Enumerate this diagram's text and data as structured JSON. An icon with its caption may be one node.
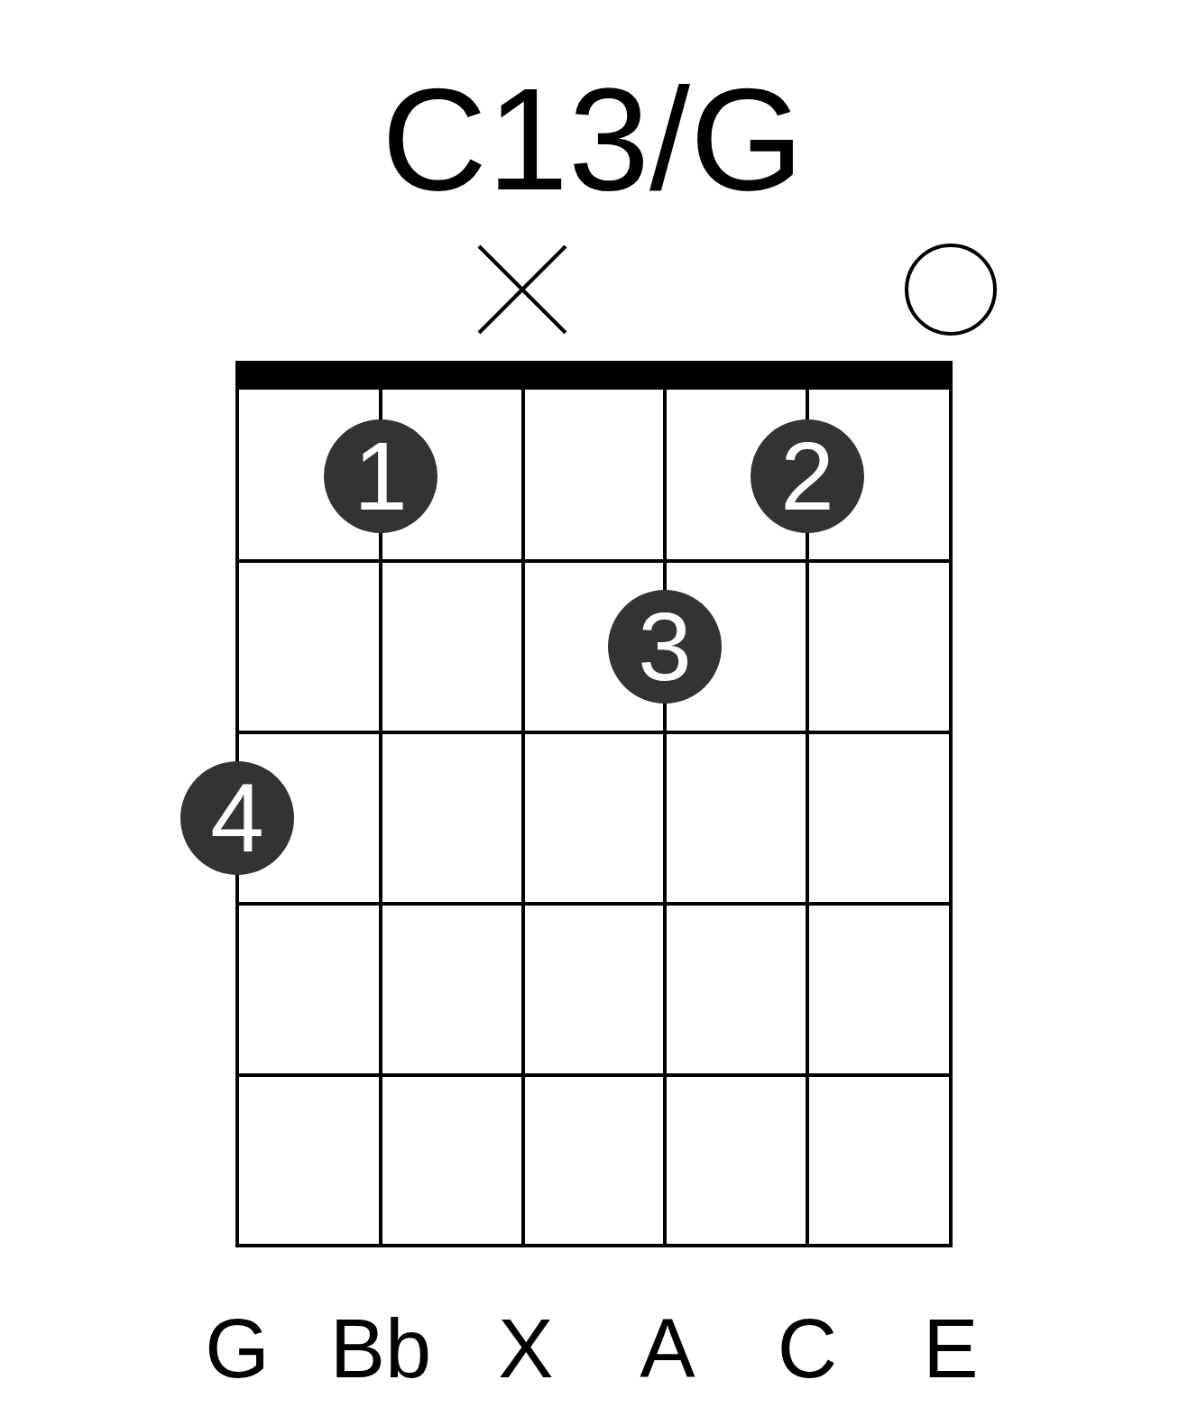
{
  "diagram": {
    "title": "C13/G",
    "nodes": [
      {
        "text": [],
        "shape": "cross"
      },
      {
        "text": [],
        "shape": "circle"
      },
      {
        "text": [
          "1"
        ]
      },
      {
        "text": [
          "2"
        ]
      },
      {
        "text": [
          "3"
        ]
      },
      {
        "text": [
          "4"
        ]
      }
    ],
    "labels": [
      "G",
      "Bb",
      "X",
      "A",
      "C",
      "E"
    ]
  }
}
